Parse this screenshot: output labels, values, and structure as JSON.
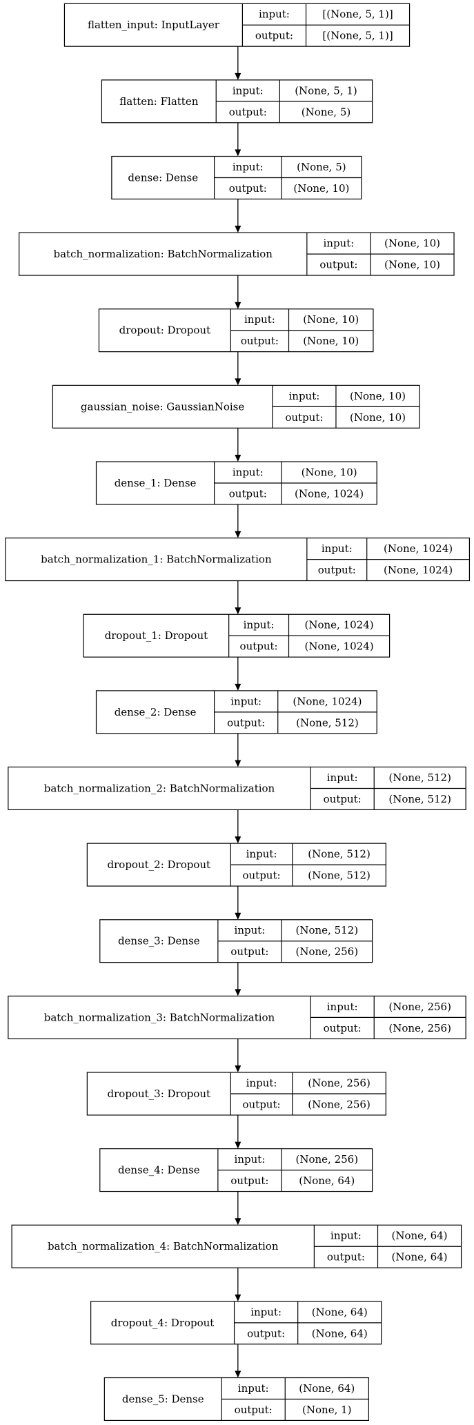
{
  "labels": {
    "input": "input:",
    "output": "output:"
  },
  "layers": [
    {
      "name": "flatten_input: InputLayer",
      "input": "[(None, 5, 1)]",
      "output": "[(None, 5, 1)]"
    },
    {
      "name": "flatten: Flatten",
      "input": "(None, 5, 1)",
      "output": "(None, 5)"
    },
    {
      "name": "dense: Dense",
      "input": "(None, 5)",
      "output": "(None, 10)"
    },
    {
      "name": "batch_normalization: BatchNormalization",
      "input": "(None, 10)",
      "output": "(None, 10)"
    },
    {
      "name": "dropout: Dropout",
      "input": "(None, 10)",
      "output": "(None, 10)"
    },
    {
      "name": "gaussian_noise: GaussianNoise",
      "input": "(None, 10)",
      "output": "(None, 10)"
    },
    {
      "name": "dense_1: Dense",
      "input": "(None, 10)",
      "output": "(None, 1024)"
    },
    {
      "name": "batch_normalization_1: BatchNormalization",
      "input": "(None, 1024)",
      "output": "(None, 1024)"
    },
    {
      "name": "dropout_1: Dropout",
      "input": "(None, 1024)",
      "output": "(None, 1024)"
    },
    {
      "name": "dense_2: Dense",
      "input": "(None, 1024)",
      "output": "(None, 512)"
    },
    {
      "name": "batch_normalization_2: BatchNormalization",
      "input": "(None, 512)",
      "output": "(None, 512)"
    },
    {
      "name": "dropout_2: Dropout",
      "input": "(None, 512)",
      "output": "(None, 512)"
    },
    {
      "name": "dense_3: Dense",
      "input": "(None, 512)",
      "output": "(None, 256)"
    },
    {
      "name": "batch_normalization_3: BatchNormalization",
      "input": "(None, 256)",
      "output": "(None, 256)"
    },
    {
      "name": "dropout_3: Dropout",
      "input": "(None, 256)",
      "output": "(None, 256)"
    },
    {
      "name": "dense_4: Dense",
      "input": "(None, 256)",
      "output": "(None, 64)"
    },
    {
      "name": "batch_normalization_4: BatchNormalization",
      "input": "(None, 64)",
      "output": "(None, 64)"
    },
    {
      "name": "dropout_4: Dropout",
      "input": "(None, 64)",
      "output": "(None, 64)"
    },
    {
      "name": "dense_5: Dense",
      "input": "(None, 64)",
      "output": "(None, 1)"
    }
  ]
}
